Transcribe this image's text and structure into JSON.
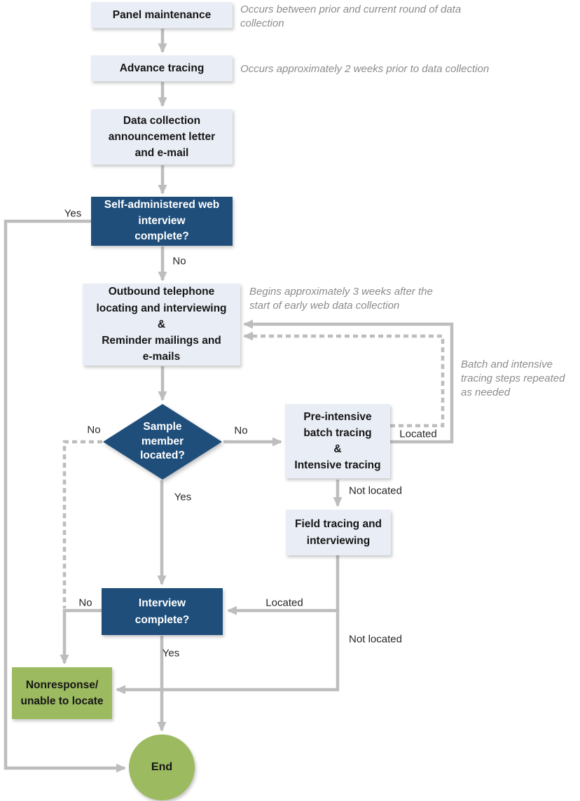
{
  "palette": {
    "light_box_fill": "#e9edf5",
    "dark_box_fill": "#1f4e7b",
    "green_fill": "#9cba5f",
    "connector_gray": "#bdbdbd",
    "note_gray": "#8c8c8c",
    "label_text": "#262626"
  },
  "nodes": {
    "panel_maintenance": {
      "label": "Panel maintenance"
    },
    "advance_tracing": {
      "label": "Advance tracing"
    },
    "announcement": {
      "label": "Data collection\nannouncement letter\nand e-mail"
    },
    "web_interview": {
      "label": "Self-administered web\ninterview\ncomplete?"
    },
    "outbound": {
      "label": "Outbound telephone\nlocating and interviewing\n&\nReminder mailings and\ne-mails"
    },
    "sample_located": {
      "label": "Sample\nmember\nlocated?"
    },
    "batch_tracing": {
      "label": "Pre-intensive\nbatch tracing\n&\nIntensive tracing"
    },
    "field_tracing": {
      "label": "Field tracing and\ninterviewing"
    },
    "interview_complete": {
      "label": "Interview\ncomplete?"
    },
    "nonresponse": {
      "label": "Nonresponse/\nunable to locate"
    },
    "end": {
      "label": "End"
    }
  },
  "edge_labels": {
    "web_yes": "Yes",
    "web_no": "No",
    "sample_no_left": "No",
    "sample_no_right": "No",
    "sample_yes": "Yes",
    "batch_located": "Located",
    "batch_not_located": "Not located",
    "field_located": "Located",
    "field_not_located": "Not located",
    "interview_no": "No",
    "interview_yes": "Yes"
  },
  "notes": {
    "panel": "Occurs between prior and current round of data\ncollection",
    "advance": "Occurs approximately 2 weeks prior to data collection",
    "outbound": "Begins approximately 3 weeks after the\nstart of early web data collection",
    "repeat": "Batch and intensive\ntracing steps repeated\nas needed"
  }
}
